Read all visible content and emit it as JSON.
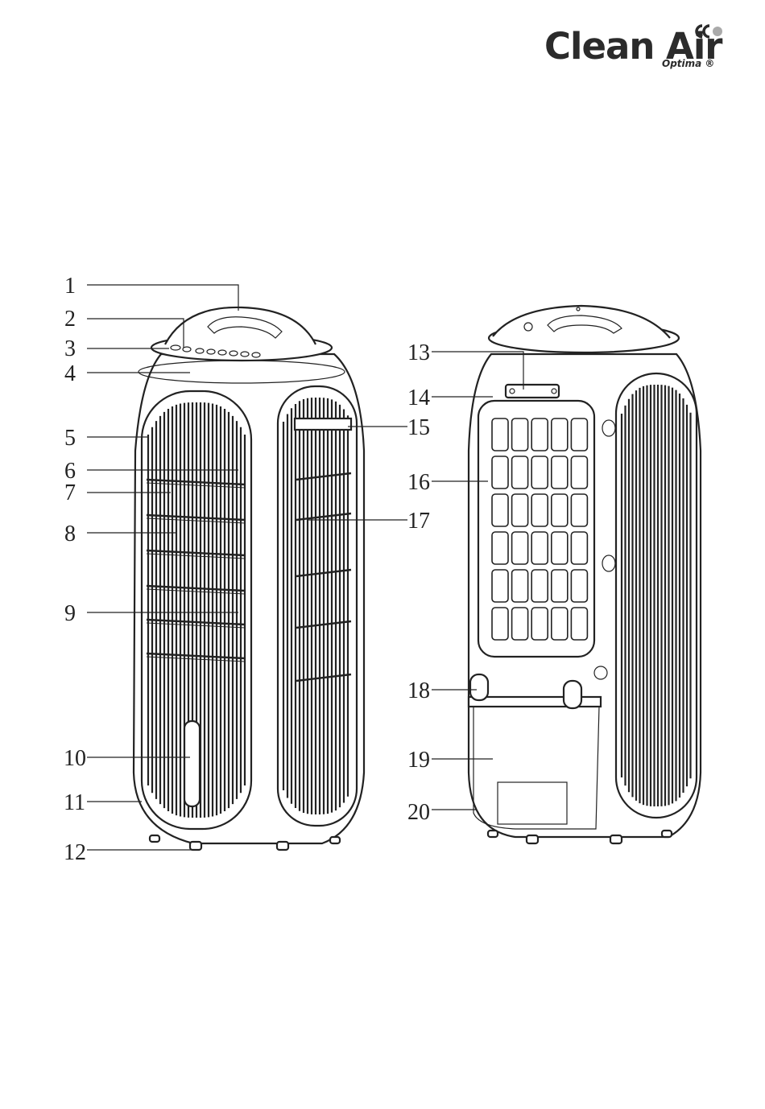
{
  "brand": {
    "name": "Clean Air",
    "sub": "Optima ®"
  },
  "callouts": [
    "1",
    "2",
    "3",
    "4",
    "5",
    "6",
    "7",
    "8",
    "9",
    "10",
    "11",
    "12",
    "13",
    "14",
    "15",
    "16",
    "17",
    "18",
    "19",
    "20"
  ]
}
